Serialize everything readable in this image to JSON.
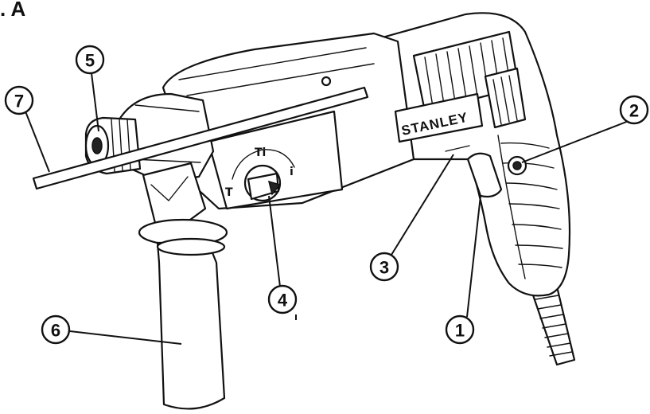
{
  "figure": {
    "label": ". A",
    "brand_text": "STANLEY",
    "mode_symbols": {
      "hammer_drill": "T",
      "hammer_drill_alt": "Tⅰ",
      "drill": "ⅰ"
    },
    "callouts": [
      {
        "number": "1"
      },
      {
        "number": "2"
      },
      {
        "number": "3"
      },
      {
        "number": "4"
      },
      {
        "number": "5"
      },
      {
        "number": "6"
      },
      {
        "number": "7"
      }
    ]
  }
}
